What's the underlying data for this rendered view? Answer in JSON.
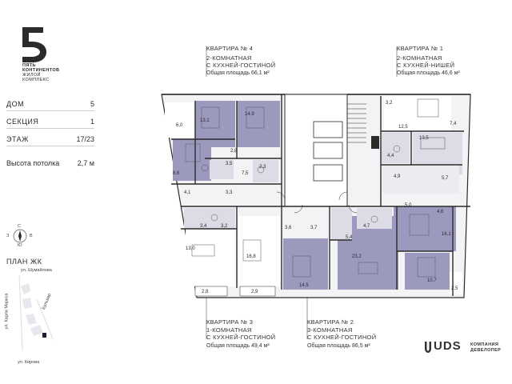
{
  "logo": {
    "line1": "ПЯТЬ",
    "line2": "КОНТИНЕНТОВ",
    "line3": "ЖИЛОЙ КОМПЛЕКС"
  },
  "specs": [
    {
      "label": "ДОМ",
      "value": "5"
    },
    {
      "label": "СЕКЦИЯ",
      "value": "1"
    },
    {
      "label": "ЭТАЖ",
      "value": "17/23"
    },
    {
      "label": "Высота потолка",
      "value": "2,7 м"
    }
  ],
  "compass": {
    "n": "С",
    "s": "Ю",
    "w": "З",
    "e": "В"
  },
  "site_plan": {
    "title": "ПЛАН ЖК",
    "street_top": "ул. Шумайлова",
    "street_left": "ул. Карла Маркса",
    "street_diag": "Бульвар",
    "street_bottom": "ул. Кирова"
  },
  "apartments": {
    "a4": {
      "title": "КВАРТИРА № 4",
      "type1": "2-КОМНАТНАЯ",
      "type2": "С КУХНЕЙ-ГОСТИНОЙ",
      "area": "Общая площадь 66,1 м²"
    },
    "a1": {
      "title": "КВАРТИРА № 1",
      "type1": "2-КОМНАТНАЯ",
      "type2": "С КУХНЕЙ-НИШЕЙ",
      "area": "Общая площадь 46,6 м²"
    },
    "a3": {
      "title": "КВАРТИРА № 3",
      "type1": "1-КОМНАТНАЯ",
      "type2": "С КУХНЕЙ-ГОСТИНОЙ",
      "area": "Общая площадь 49,4 м²"
    },
    "a2": {
      "title": "КВАРТИРА № 2",
      "type1": "3-КОМНАТНАЯ",
      "type2": "С КУХНЕЙ-ГОСТИНОЙ",
      "area": "Общая площадь 86,5 м²"
    }
  },
  "rooms": {
    "r1": "6,0",
    "r2": "13,1",
    "r3": "14,9",
    "r4": "2,8",
    "r5": "8,6",
    "r6": "3,5",
    "r7": "2,3",
    "r8": "7,5",
    "r9": "4,1",
    "r10": "3,3",
    "r11": "3,2",
    "r12": "12,5",
    "r13": "7,4",
    "r14": "4,4",
    "r15": "13,5",
    "r16": "4,9",
    "r17": "5,7",
    "r18": "3,4",
    "r19": "3,2",
    "r20": "3,6",
    "r21": "3,7",
    "r22": "5,4",
    "r23": "4,7",
    "r24": "5,0",
    "r25": "4,6",
    "r26": "16,1",
    "r27": "13,0",
    "r28": "16,8",
    "r29": "23,2",
    "r30": "14,5",
    "r31": "10,7",
    "r32": "2,8",
    "r33": "2,9",
    "r34": "2,5"
  },
  "developer": {
    "name": "UDS",
    "sub1": "КОМПАНИЯ",
    "sub2": "ДЕВЕЛОПЕР"
  },
  "colors": {
    "accent": "#9c99bf",
    "accent_light": "#dcdbe6",
    "wall": "#2b2b2b"
  }
}
